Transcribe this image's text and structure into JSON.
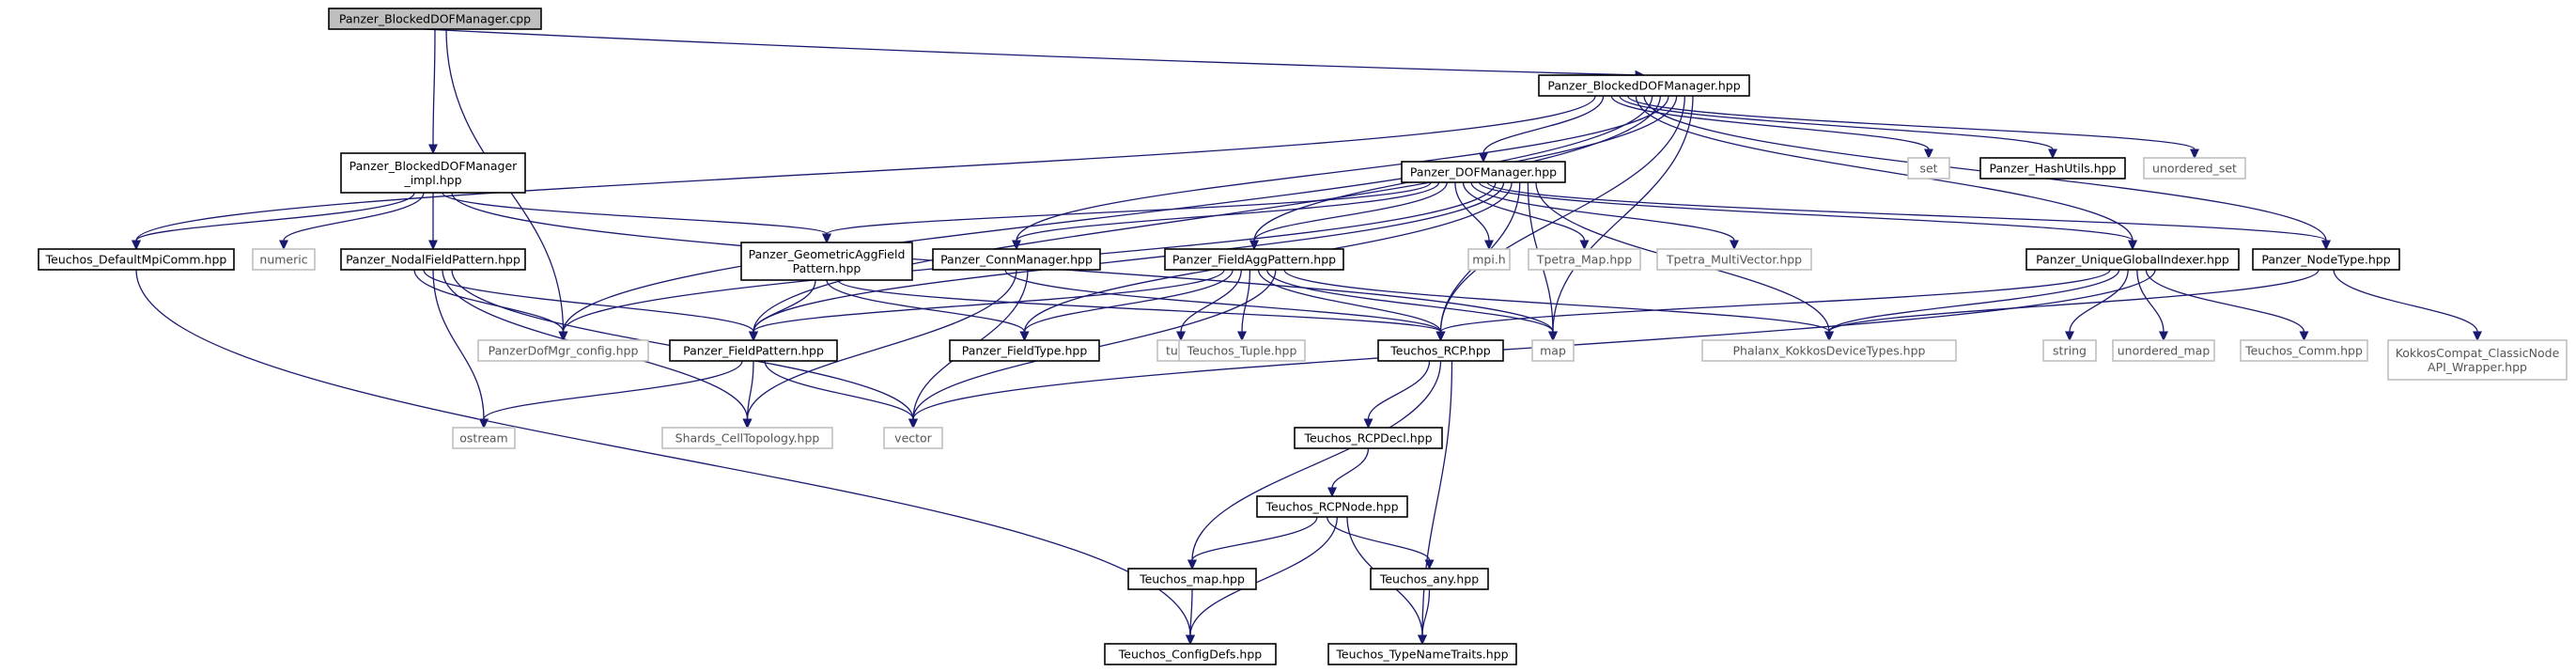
{
  "diagram": {
    "kind": "include-dependency-graph",
    "colors": {
      "edge": "#191970",
      "root_fill": "#bfbfbf",
      "box_fill": "#ffffff",
      "documented_border": "#000000",
      "external_border": "#bfbfbf",
      "documented_text": "#000000",
      "external_text": "#555555"
    },
    "nodes": [
      {
        "id": "root",
        "lines": [
          "Panzer_BlockedDOFManager.cpp"
        ],
        "kind": "root"
      },
      {
        "id": "bdm_hpp",
        "lines": [
          "Panzer_BlockedDOFManager.hpp"
        ],
        "kind": "documented"
      },
      {
        "id": "bdm_impl",
        "lines": [
          "Panzer_BlockedDOFManager",
          "_impl.hpp"
        ],
        "kind": "documented"
      },
      {
        "id": "dof_mgr",
        "lines": [
          "Panzer_DOFManager.hpp"
        ],
        "kind": "documented"
      },
      {
        "id": "default_mpi",
        "lines": [
          "Teuchos_DefaultMpiComm.hpp"
        ],
        "kind": "documented"
      },
      {
        "id": "numeric",
        "lines": [
          "numeric"
        ],
        "kind": "external"
      },
      {
        "id": "nodal_fp",
        "lines": [
          "Panzer_NodalFieldPattern.hpp"
        ],
        "kind": "documented"
      },
      {
        "id": "geo_agg",
        "lines": [
          "Panzer_GeometricAggField",
          "Pattern.hpp"
        ],
        "kind": "documented"
      },
      {
        "id": "conn_mgr",
        "lines": [
          "Panzer_ConnManager.hpp"
        ],
        "kind": "documented"
      },
      {
        "id": "field_agg",
        "lines": [
          "Panzer_FieldAggPattern.hpp"
        ],
        "kind": "documented"
      },
      {
        "id": "mpi_h",
        "lines": [
          "mpi.h"
        ],
        "kind": "external"
      },
      {
        "id": "tpetra_map",
        "lines": [
          "Tpetra_Map.hpp"
        ],
        "kind": "external"
      },
      {
        "id": "tpetra_mv",
        "lines": [
          "Tpetra_MultiVector.hpp"
        ],
        "kind": "external"
      },
      {
        "id": "ugi",
        "lines": [
          "Panzer_UniqueGlobalIndexer.hpp"
        ],
        "kind": "documented"
      },
      {
        "id": "node_type",
        "lines": [
          "Panzer_NodeType.hpp"
        ],
        "kind": "documented"
      },
      {
        "id": "set",
        "lines": [
          "set"
        ],
        "kind": "external"
      },
      {
        "id": "hash_utils",
        "lines": [
          "Panzer_HashUtils.hpp"
        ],
        "kind": "documented"
      },
      {
        "id": "unordered_set",
        "lines": [
          "unordered_set"
        ],
        "kind": "external"
      },
      {
        "id": "dof_config",
        "lines": [
          "PanzerDofMgr_config.hpp"
        ],
        "kind": "external"
      },
      {
        "id": "field_pattern",
        "lines": [
          "Panzer_FieldPattern.hpp"
        ],
        "kind": "documented"
      },
      {
        "id": "field_type",
        "lines": [
          "Panzer_FieldType.hpp"
        ],
        "kind": "documented"
      },
      {
        "id": "tuple",
        "lines": [
          "tuple"
        ],
        "kind": "external"
      },
      {
        "id": "teuchos_tuple",
        "lines": [
          "Teuchos_Tuple.hpp"
        ],
        "kind": "external"
      },
      {
        "id": "teuchos_rcp",
        "lines": [
          "Teuchos_RCP.hpp"
        ],
        "kind": "documented"
      },
      {
        "id": "map",
        "lines": [
          "map"
        ],
        "kind": "external"
      },
      {
        "id": "phalanx",
        "lines": [
          "Phalanx_KokkosDeviceTypes.hpp"
        ],
        "kind": "external"
      },
      {
        "id": "string",
        "lines": [
          "string"
        ],
        "kind": "external"
      },
      {
        "id": "unordered_map",
        "lines": [
          "unordered_map"
        ],
        "kind": "external"
      },
      {
        "id": "teuchos_comm",
        "lines": [
          "Teuchos_Comm.hpp"
        ],
        "kind": "external"
      },
      {
        "id": "kokkos_compat",
        "lines": [
          "KokkosCompat_ClassicNode",
          "API_Wrapper.hpp"
        ],
        "kind": "external"
      },
      {
        "id": "ostream",
        "lines": [
          "ostream"
        ],
        "kind": "external"
      },
      {
        "id": "shards",
        "lines": [
          "Shards_CellTopology.hpp"
        ],
        "kind": "external"
      },
      {
        "id": "vector",
        "lines": [
          "vector"
        ],
        "kind": "external"
      },
      {
        "id": "rcp_decl",
        "lines": [
          "Teuchos_RCPDecl.hpp"
        ],
        "kind": "documented"
      },
      {
        "id": "rcp_node",
        "lines": [
          "Teuchos_RCPNode.hpp"
        ],
        "kind": "documented"
      },
      {
        "id": "teuchos_map",
        "lines": [
          "Teuchos_map.hpp"
        ],
        "kind": "documented"
      },
      {
        "id": "teuchos_any",
        "lines": [
          "Teuchos_any.hpp"
        ],
        "kind": "documented"
      },
      {
        "id": "config_defs",
        "lines": [
          "Teuchos_ConfigDefs.hpp"
        ],
        "kind": "documented"
      },
      {
        "id": "type_name",
        "lines": [
          "Teuchos_TypeNameTraits.hpp"
        ],
        "kind": "documented"
      }
    ],
    "edges": [
      [
        "root",
        "bdm_hpp"
      ],
      [
        "root",
        "bdm_impl"
      ],
      [
        "root",
        "dof_config"
      ],
      [
        "bdm_impl",
        "default_mpi"
      ],
      [
        "bdm_impl",
        "numeric"
      ],
      [
        "bdm_impl",
        "nodal_fp"
      ],
      [
        "bdm_impl",
        "geo_agg"
      ],
      [
        "bdm_impl",
        "map"
      ],
      [
        "bdm_hpp",
        "default_mpi"
      ],
      [
        "bdm_hpp",
        "dof_mgr"
      ],
      [
        "bdm_hpp",
        "set"
      ],
      [
        "bdm_hpp",
        "hash_utils"
      ],
      [
        "bdm_hpp",
        "unordered_set"
      ],
      [
        "bdm_hpp",
        "ugi"
      ],
      [
        "bdm_hpp",
        "node_type"
      ],
      [
        "bdm_hpp",
        "dof_config"
      ],
      [
        "bdm_hpp",
        "field_pattern"
      ],
      [
        "bdm_hpp",
        "conn_mgr"
      ],
      [
        "bdm_hpp",
        "field_agg"
      ],
      [
        "bdm_hpp",
        "teuchos_rcp"
      ],
      [
        "bdm_hpp",
        "map"
      ],
      [
        "dof_mgr",
        "geo_agg"
      ],
      [
        "dof_mgr",
        "conn_mgr"
      ],
      [
        "dof_mgr",
        "field_agg"
      ],
      [
        "dof_mgr",
        "mpi_h"
      ],
      [
        "dof_mgr",
        "tpetra_map"
      ],
      [
        "dof_mgr",
        "tpetra_mv"
      ],
      [
        "dof_mgr",
        "ugi"
      ],
      [
        "dof_mgr",
        "node_type"
      ],
      [
        "dof_mgr",
        "dof_config"
      ],
      [
        "dof_mgr",
        "field_pattern"
      ],
      [
        "dof_mgr",
        "field_type"
      ],
      [
        "dof_mgr",
        "teuchos_rcp"
      ],
      [
        "dof_mgr",
        "map"
      ],
      [
        "dof_mgr",
        "phalanx"
      ],
      [
        "default_mpi",
        "config_defs"
      ],
      [
        "nodal_fp",
        "dof_config"
      ],
      [
        "nodal_fp",
        "field_pattern"
      ],
      [
        "nodal_fp",
        "ostream"
      ],
      [
        "nodal_fp",
        "shards"
      ],
      [
        "nodal_fp",
        "vector"
      ],
      [
        "geo_agg",
        "field_pattern"
      ],
      [
        "geo_agg",
        "field_type"
      ],
      [
        "geo_agg",
        "teuchos_rcp"
      ],
      [
        "conn_mgr",
        "teuchos_rcp"
      ],
      [
        "conn_mgr",
        "shards"
      ],
      [
        "conn_mgr",
        "vector"
      ],
      [
        "field_agg",
        "field_pattern"
      ],
      [
        "field_agg",
        "field_type"
      ],
      [
        "field_agg",
        "tuple"
      ],
      [
        "field_agg",
        "teuchos_tuple"
      ],
      [
        "field_agg",
        "teuchos_rcp"
      ],
      [
        "field_agg",
        "map"
      ],
      [
        "field_agg",
        "vector"
      ],
      [
        "field_agg",
        "phalanx"
      ],
      [
        "ugi",
        "teuchos_rcp"
      ],
      [
        "ugi",
        "phalanx"
      ],
      [
        "ugi",
        "string"
      ],
      [
        "ugi",
        "unordered_map"
      ],
      [
        "ugi",
        "teuchos_comm"
      ],
      [
        "ugi",
        "vector"
      ],
      [
        "node_type",
        "phalanx"
      ],
      [
        "node_type",
        "kokkos_compat"
      ],
      [
        "field_pattern",
        "ostream"
      ],
      [
        "field_pattern",
        "shards"
      ],
      [
        "field_pattern",
        "vector"
      ],
      [
        "teuchos_rcp",
        "rcp_decl"
      ],
      [
        "teuchos_rcp",
        "teuchos_map"
      ],
      [
        "teuchos_rcp",
        "type_name"
      ],
      [
        "rcp_decl",
        "rcp_node"
      ],
      [
        "rcp_node",
        "teuchos_map"
      ],
      [
        "rcp_node",
        "teuchos_any"
      ],
      [
        "rcp_node",
        "config_defs"
      ],
      [
        "rcp_node",
        "type_name"
      ],
      [
        "teuchos_map",
        "config_defs"
      ],
      [
        "teuchos_any",
        "type_name"
      ]
    ]
  }
}
